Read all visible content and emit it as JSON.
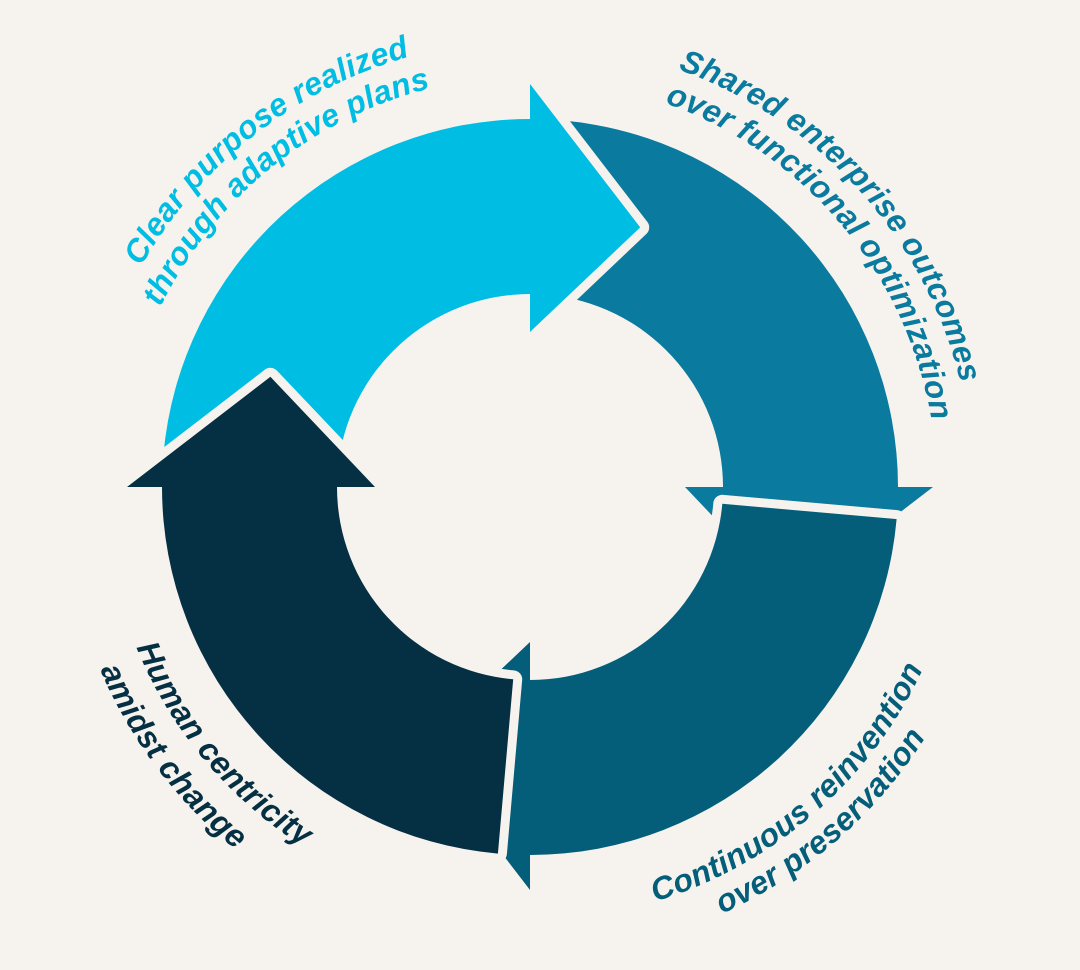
{
  "colors": {
    "background": "#f6f3ee",
    "purpose": "#00bde3",
    "enterprise": "#0a7a9e",
    "reinvention": "#045e79",
    "human": "#052f42"
  },
  "stages": [
    {
      "id": "purpose",
      "lines": [
        "Clear purpose realized",
        "through adaptive plans"
      ]
    },
    {
      "id": "enterprise",
      "lines": [
        "Shared enterprise outcomes",
        "over functional optimization"
      ]
    },
    {
      "id": "reinvention",
      "lines": [
        "Continuous reinvention",
        "over preservation"
      ]
    },
    {
      "id": "human",
      "lines": [
        "Human centricity",
        "amidst change"
      ]
    }
  ]
}
